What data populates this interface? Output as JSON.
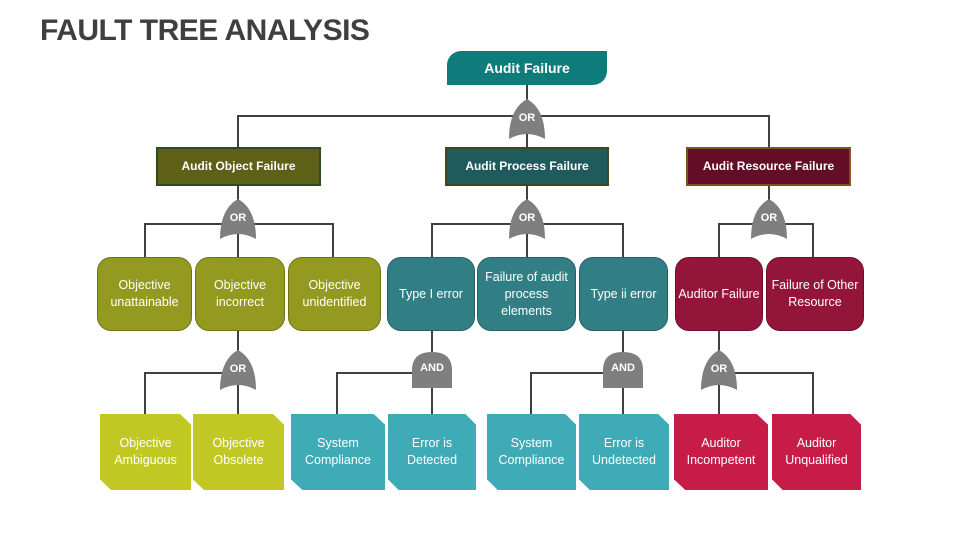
{
  "title": "FAULT TREE ANALYSIS",
  "colors": {
    "top": "#0e7c7b",
    "object_header": "#5d6016",
    "process_header": "#1f5b5c",
    "resource_header": "#640d27",
    "olive": "#949a1f",
    "teal": "#317f85",
    "maroon": "#93153a",
    "lime": "#c2c823",
    "cyan": "#3eabb7",
    "crimson": "#c71b48",
    "gate": "#7f7f7f",
    "line": "#404040"
  },
  "top_event": "Audit Failure",
  "gates": {
    "top": "OR",
    "object": "OR",
    "process": "OR",
    "resource": "OR",
    "incorrect": "OR",
    "type1": "AND",
    "type2": "AND",
    "auditor": "OR"
  },
  "branches": {
    "object": {
      "label": "Audit Object Failure",
      "children": [
        "Objective unattainable",
        "Objective incorrect",
        "Objective unidentified"
      ],
      "leaves": [
        "Objective Ambiguous",
        "Objective Obsolete"
      ]
    },
    "process": {
      "label": "Audit Process Failure",
      "children": [
        "Type I error",
        "Failure of audit process elements",
        "Type ii error"
      ],
      "leaves_type1": [
        "System Compliance",
        "Error is Detected"
      ],
      "leaves_type2": [
        "System Compliance",
        "Error is Undetected"
      ]
    },
    "resource": {
      "label": "Audit Resource Failure",
      "children": [
        "Auditor Failure",
        "Failure of Other Resource"
      ],
      "leaves": [
        "Auditor Incompetent",
        "Auditor Unqualified"
      ]
    }
  }
}
